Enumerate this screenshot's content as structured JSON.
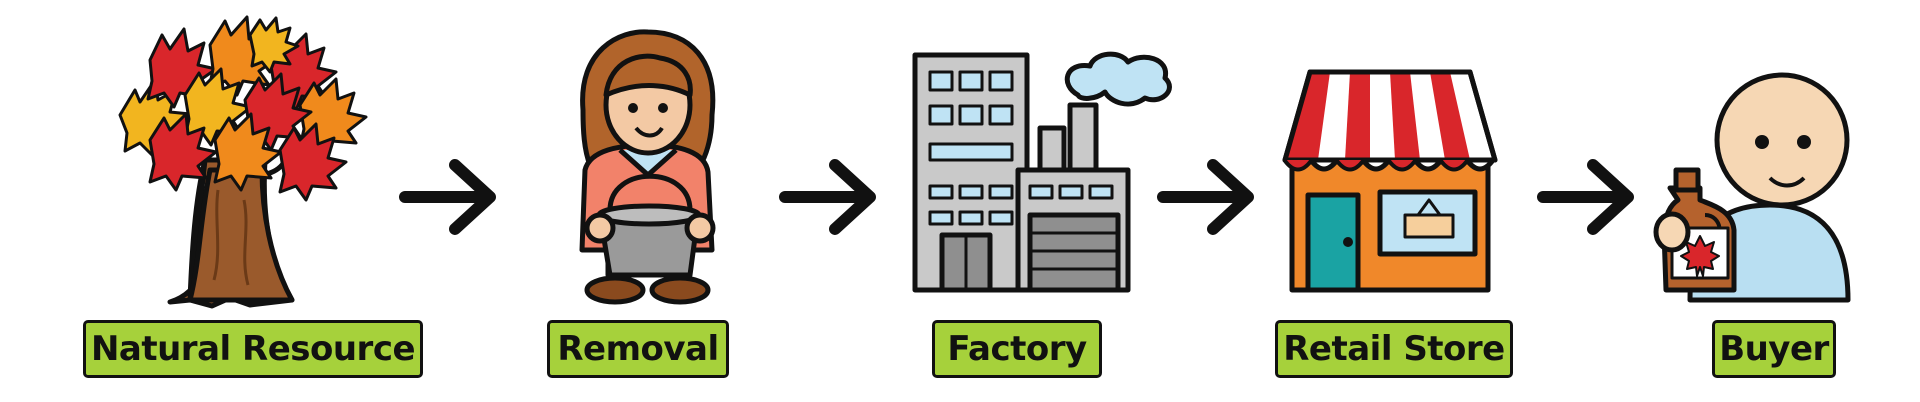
{
  "steps": [
    {
      "label": "Natural Resource",
      "icon": "maple-tree-icon"
    },
    {
      "label": "Removal",
      "icon": "worker-with-bucket-icon"
    },
    {
      "label": "Factory",
      "icon": "factory-icon"
    },
    {
      "label": "Retail Store",
      "icon": "retail-store-icon"
    },
    {
      "label": "Buyer",
      "icon": "buyer-with-syrup-icon"
    }
  ],
  "connector": "arrow-right-icon",
  "colors": {
    "label_fill": "#a6d13b",
    "outline": "#111111",
    "maple_red": "#d9262b",
    "maple_orange": "#f08a1c",
    "maple_yellow": "#f2b51f",
    "trunk": "#9a5a2c",
    "factory_gray": "#c9c9c9",
    "window_blue": "#bfe3f4",
    "awning_red": "#d9262b",
    "store_orange": "#f0882a",
    "door_teal": "#1aa3a3",
    "shirt_blue": "#b9dff2"
  }
}
